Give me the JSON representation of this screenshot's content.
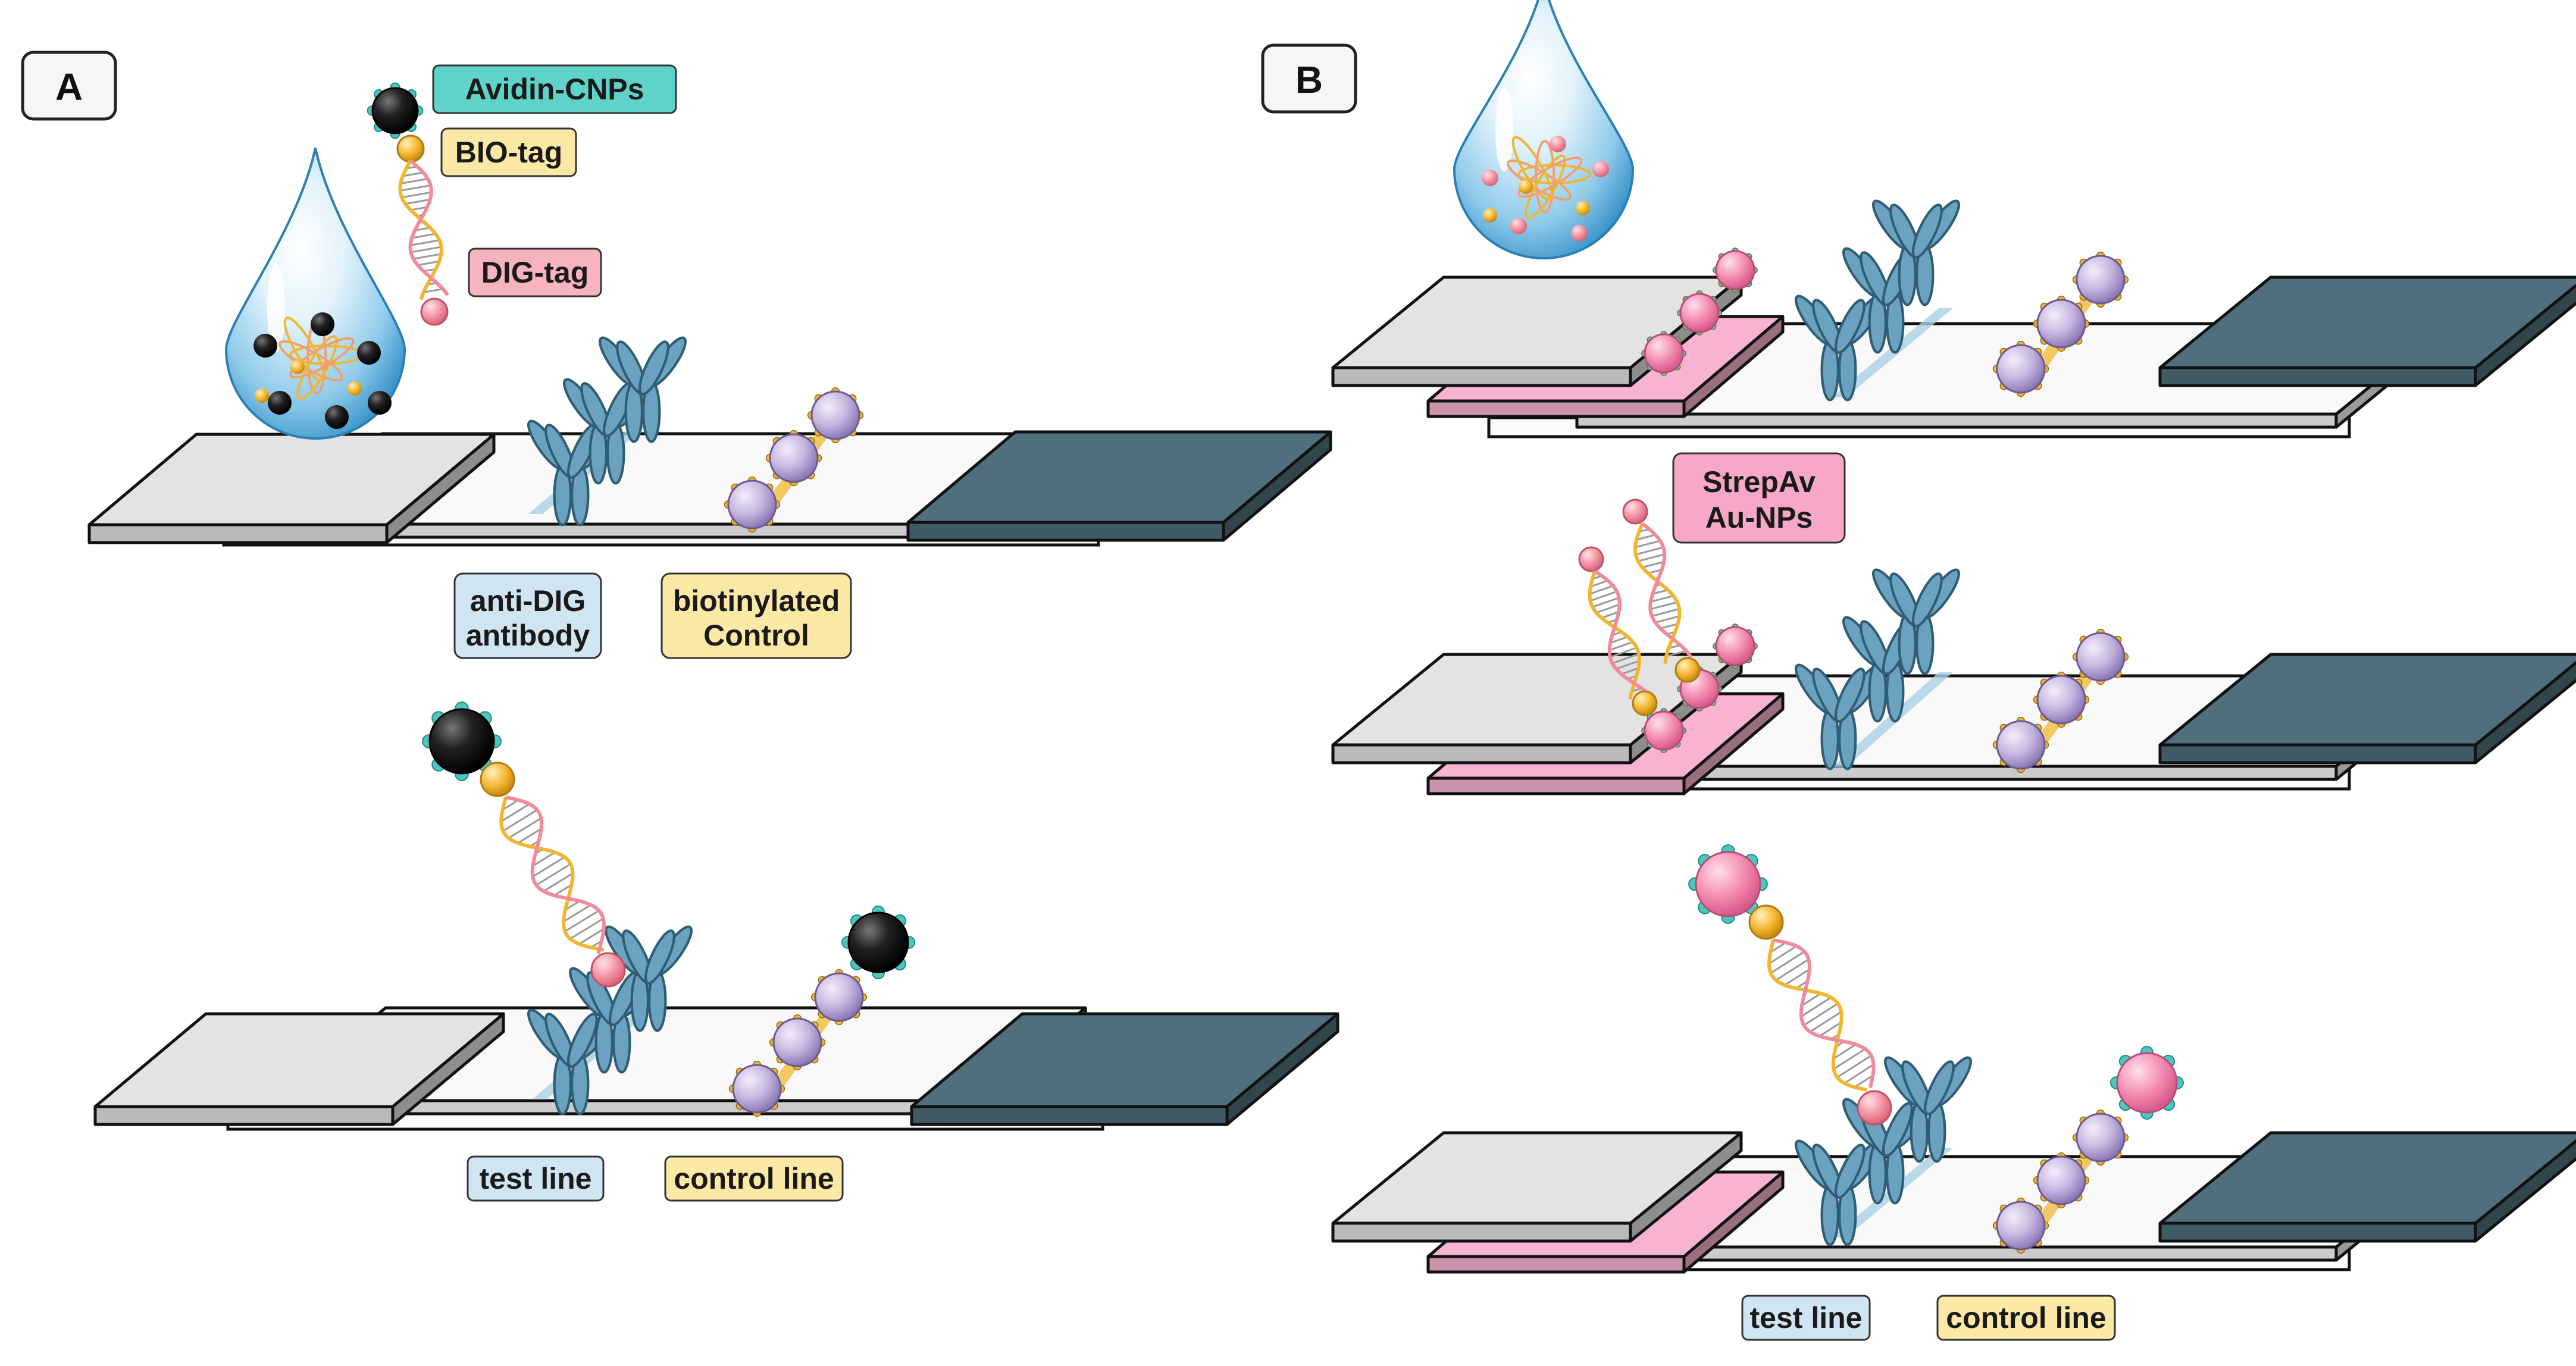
{
  "panels": {
    "a": {
      "letter": "A"
    },
    "b": {
      "letter": "B"
    }
  },
  "labels": {
    "avidin_cnps": "Avidin-CNPs",
    "bio_tag": "BIO-tag",
    "dig_tag": "DIG-tag",
    "anti_dig_line1": "anti-DIG",
    "anti_dig_line2": "antibody",
    "biotinylated_line1": "biotinylated",
    "biotinylated_line2": "Control",
    "test_line_a": "test line",
    "control_line_a": "control line",
    "strepav_line1": "StrepAv",
    "strepav_line2": "Au-NPs",
    "test_line_b": "test line",
    "control_line_b": "control line"
  },
  "colors": {
    "sample_pad": "#e3e3e3",
    "membrane": "#f9f9f9",
    "absorbent_pad": "#4f6f7c",
    "conjugate_pad": "#f7b3cf",
    "antibody": "#6aa2bf",
    "control_bead": "#c5b6df",
    "carbon_np": "#151515",
    "gold_np": "#f58fb3",
    "biotin": "#f2b530",
    "dig": "#f08a9c",
    "label_blue": "#cfe6f2",
    "label_yellow": "#fde9a6",
    "label_pink": "#f7a8c6",
    "label_teal": "#5fd3c9"
  },
  "icons": [
    "water-droplet",
    "y-antibody",
    "dna-strand",
    "carbon-nanoparticle",
    "gold-nanoparticle",
    "biotin-ball",
    "dig-ball"
  ]
}
